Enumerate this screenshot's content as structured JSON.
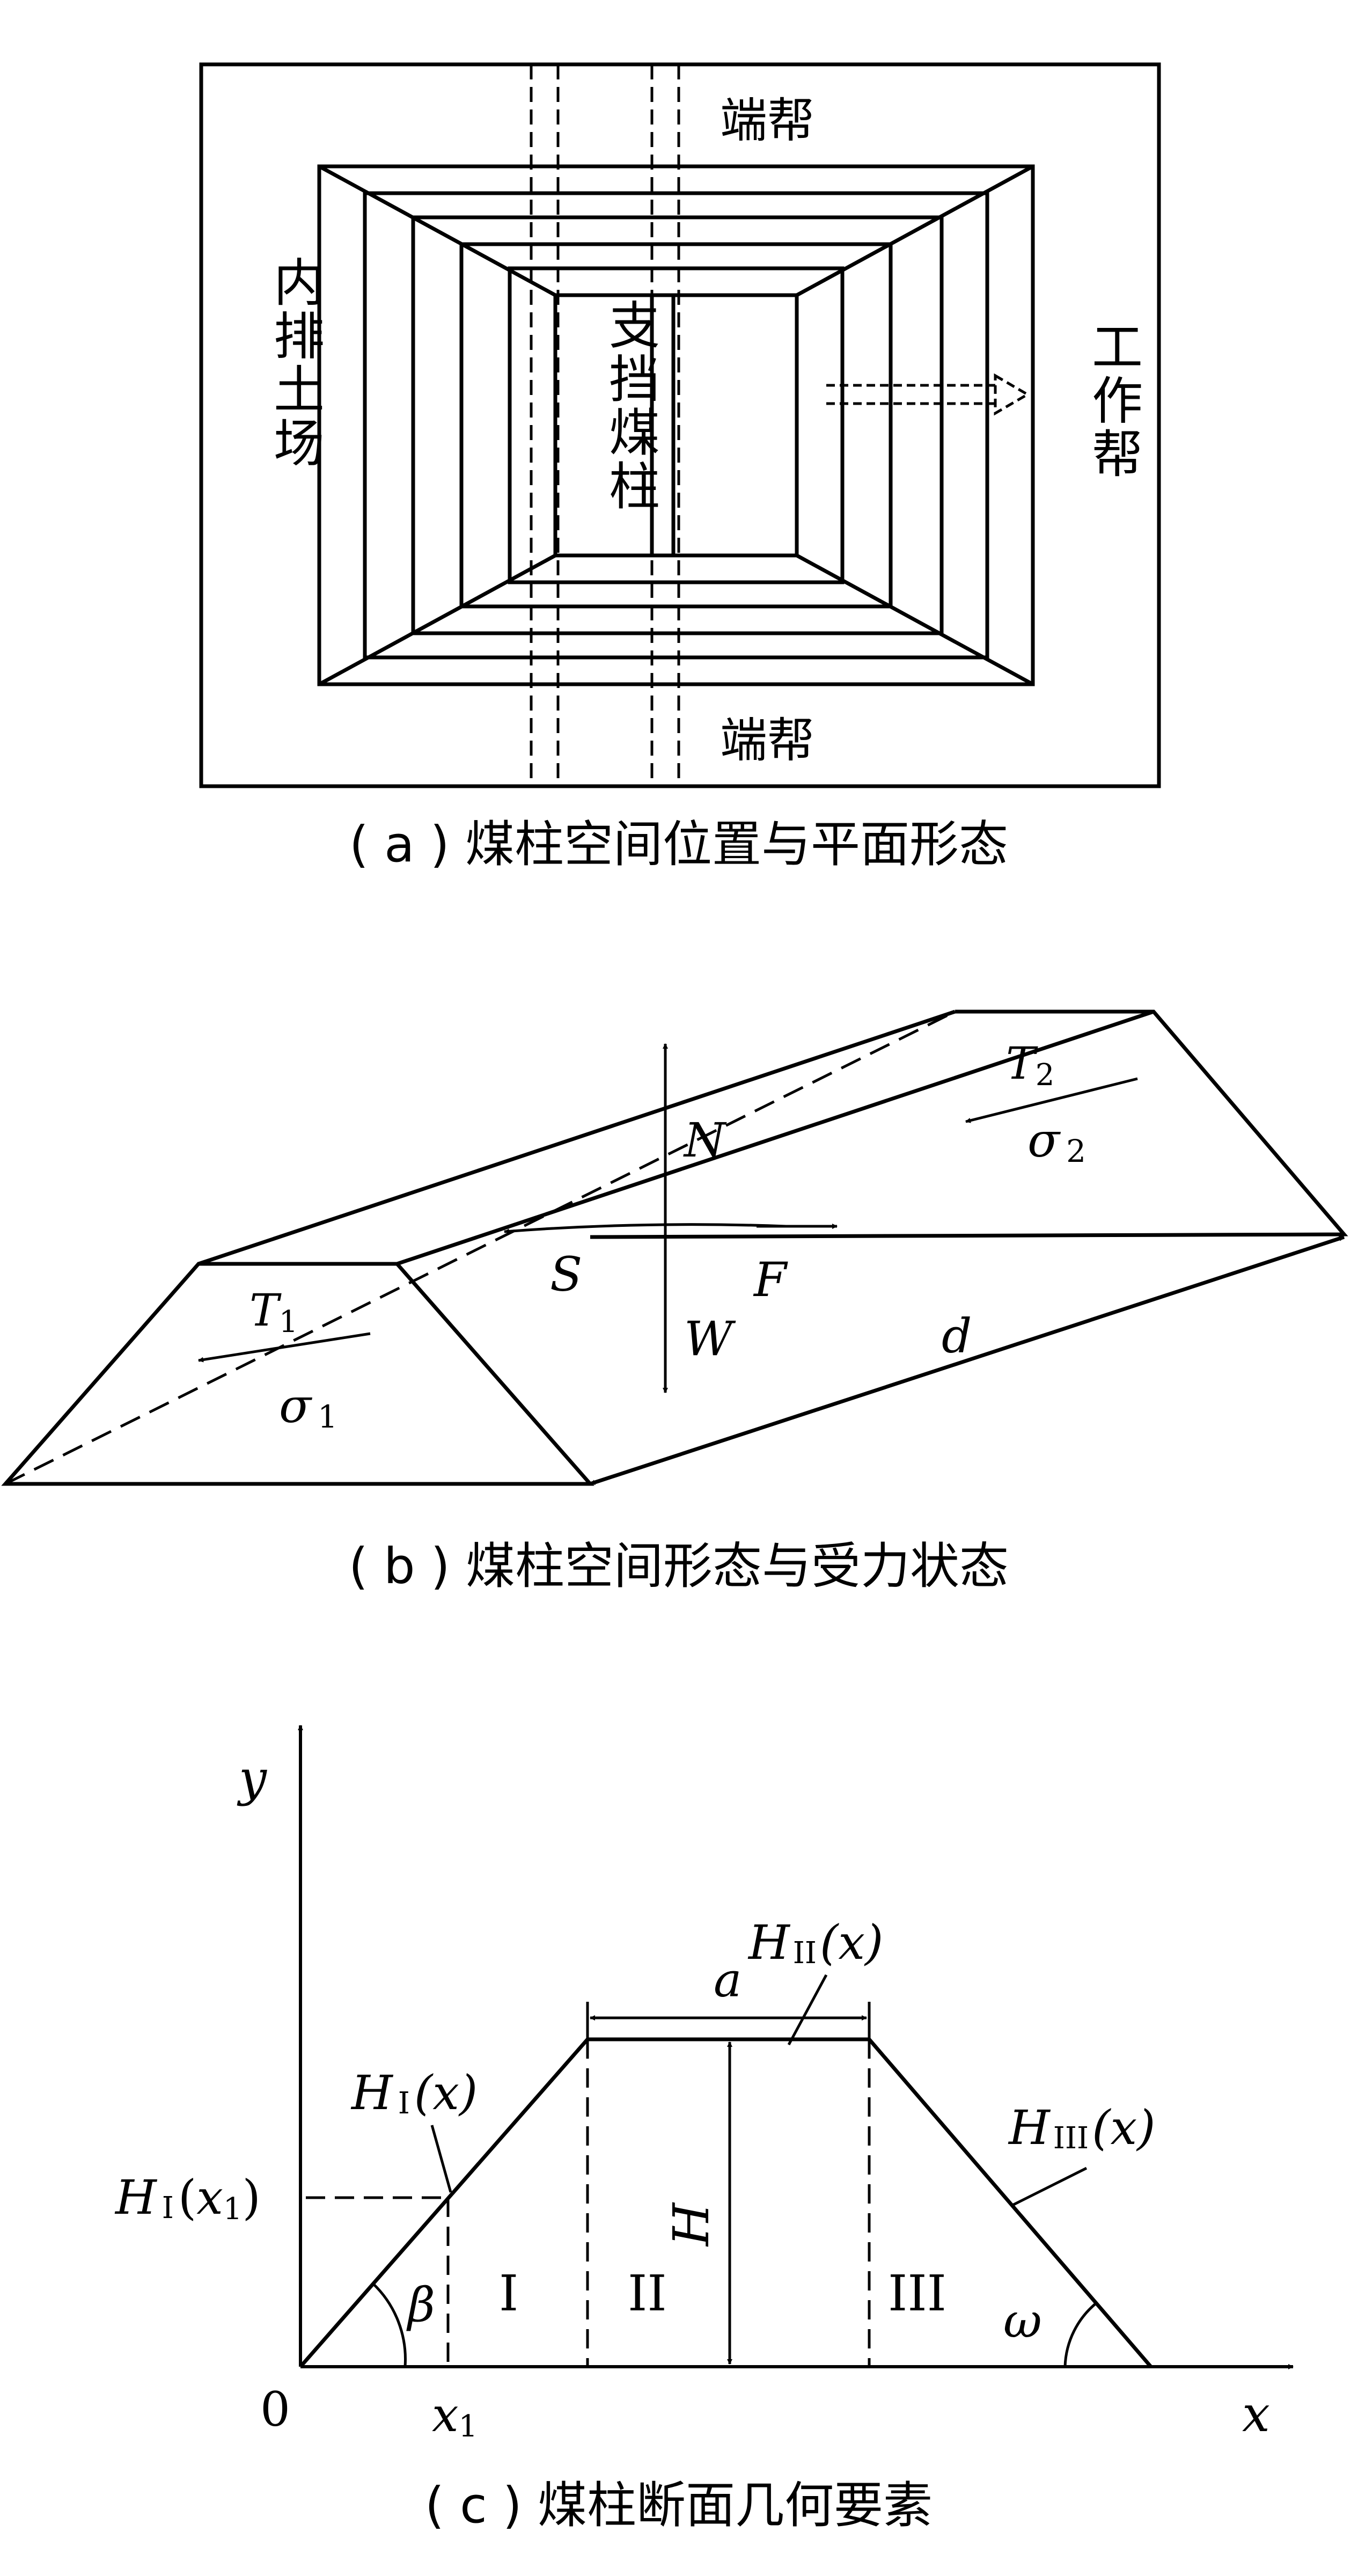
{
  "panel_a": {
    "caption": "( a ) 煤柱空间位置与平面形态",
    "end_wall_top": "端帮",
    "end_wall_bottom": "端帮",
    "inner_dump": "内排土场",
    "support_pillar": "支挡煤柱",
    "working_face": "工作帮"
  },
  "panel_b": {
    "caption": "( b ) 煤柱空间形态与受力状态",
    "N": "N",
    "W": "W",
    "S": "S",
    "F": "F",
    "d": "d",
    "T": "T",
    "T1_sub": "1",
    "T2_sub": "2",
    "sigma": "σ",
    "sigma1_sub": "1",
    "sigma2_sub": "2"
  },
  "panel_c": {
    "caption": "( c ) 煤柱断面几何要素",
    "y_axis": "y",
    "x_axis": "x",
    "origin": "0",
    "x1_main": "x",
    "x1_sub": "1",
    "a": "a",
    "H": "H",
    "beta": "β",
    "omega": "ω",
    "zone_1": "I",
    "zone_2": "II",
    "zone_3": "III",
    "h1x_H": "H",
    "h1x_sub": "I",
    "h1x_arg": "(x)",
    "h1x1_H": "H",
    "h1x1_sub": "I",
    "h1x1_open": "(",
    "h1x1_x": "x",
    "h1x1_xsub": "1",
    "h1x1_close": ")",
    "h2x_H": "H",
    "h2x_sub": "II",
    "h2x_arg": "(x)",
    "h3x_H": "H",
    "h3x_sub": "III",
    "h3x_arg": "(x)"
  }
}
